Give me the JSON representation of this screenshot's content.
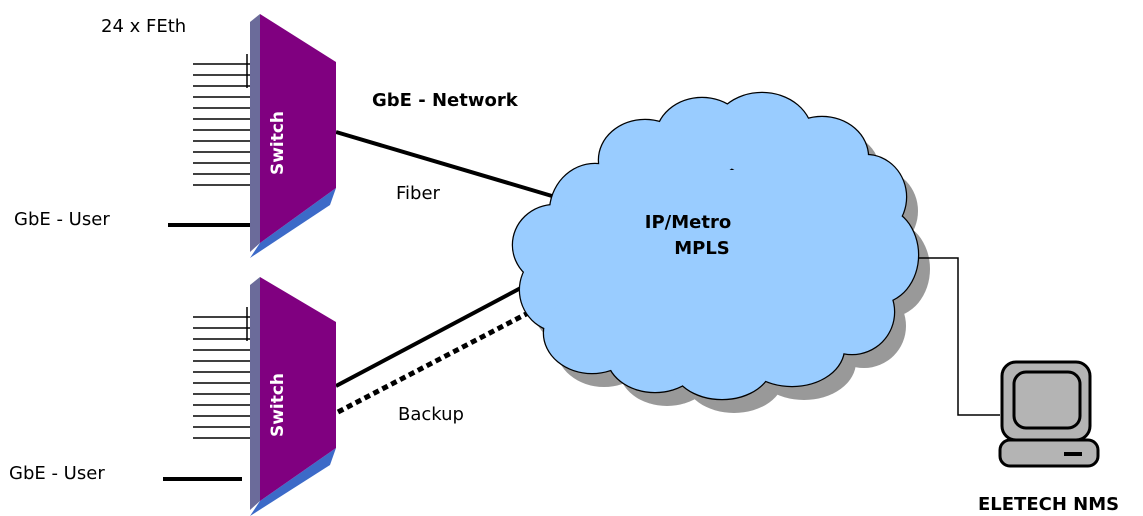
{
  "labels": {
    "feth": "24 x FEth",
    "network": "GbE - Network",
    "user_top": "GbE - User",
    "user_bottom": "GbE - User",
    "fiber": "Fiber",
    "backup": "Backup",
    "nms": "ELETECH NMS"
  },
  "switches": {
    "top": {
      "label": "Switch"
    },
    "bottom": {
      "label": "Switch"
    }
  },
  "cloud": {
    "line1": "IP/Metro",
    "line2": "MPLS"
  },
  "colors": {
    "switch_face": "#800080",
    "switch_side": "#6b6b9a",
    "switch_bottom": "#3c6ac8",
    "cloud_fill": "#99ccff",
    "cloud_shadow": "#999999",
    "computer_fill": "#b4b4b4",
    "line": "#000000"
  },
  "icons": {
    "computer": "computer-terminal-icon",
    "cloud": "network-cloud-icon",
    "switch": "network-switch-icon"
  }
}
